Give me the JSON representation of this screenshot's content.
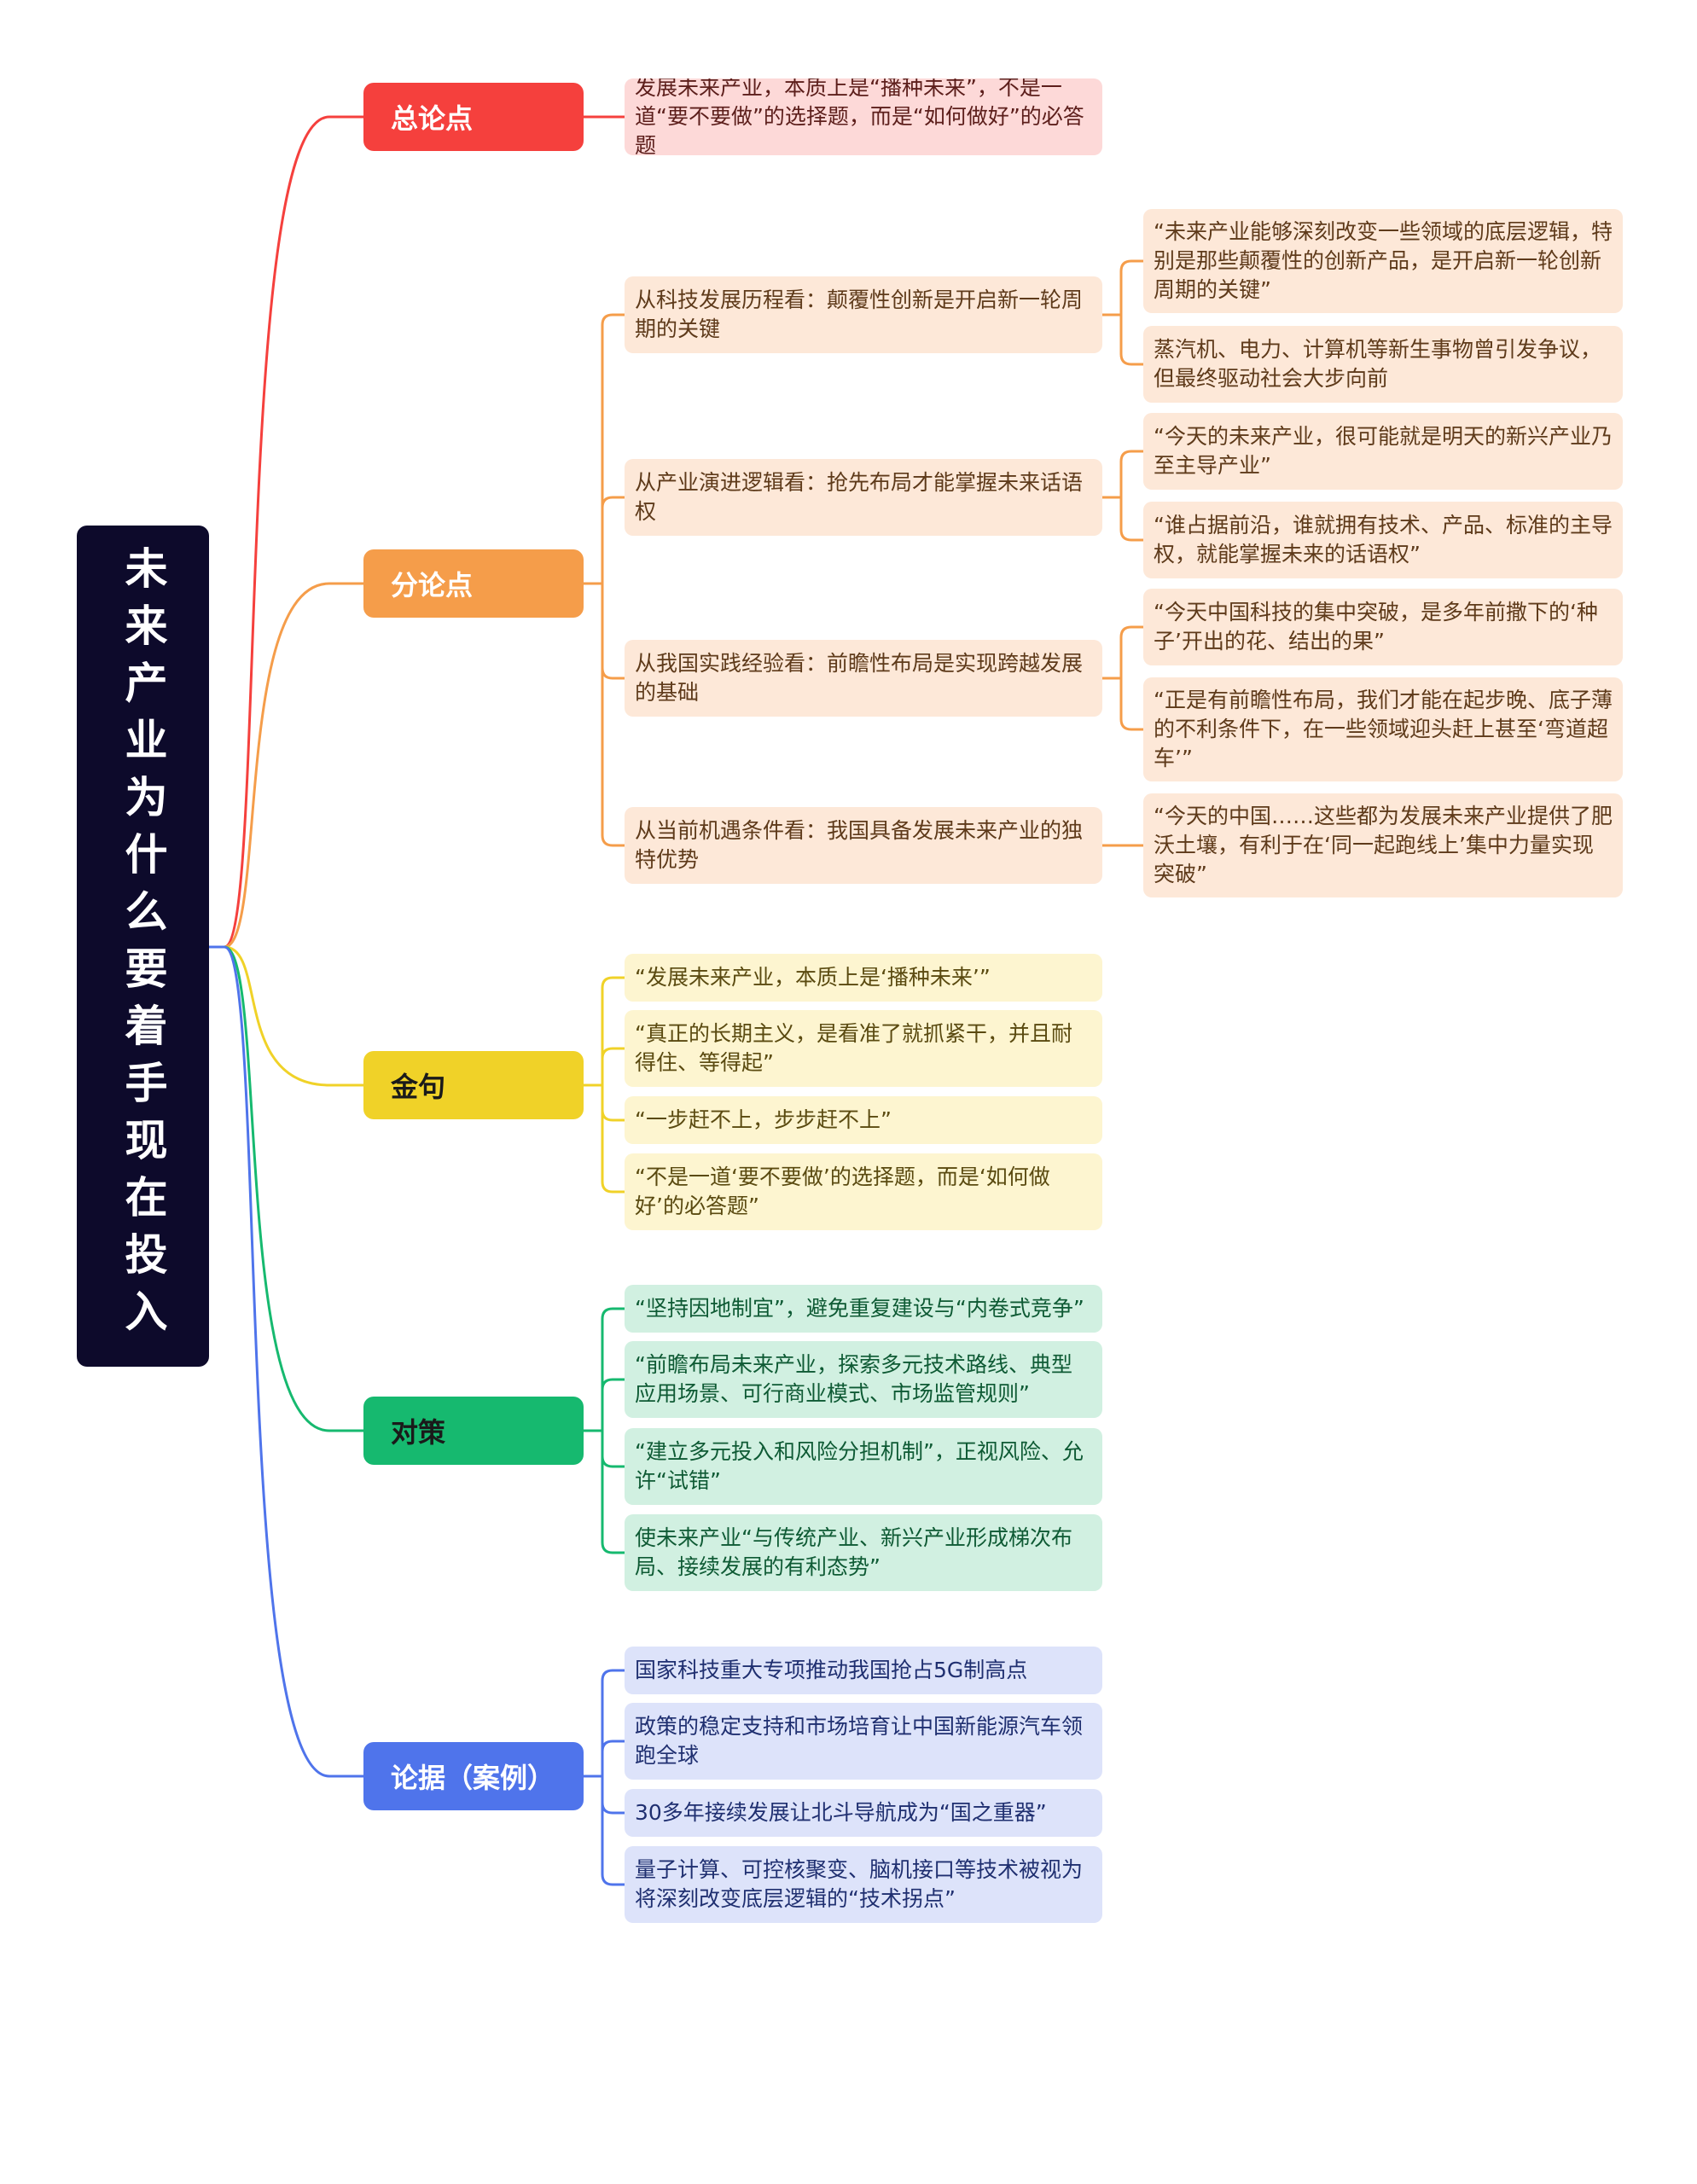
{
  "root": {
    "title": "未来产业为什么要着手现在投入"
  },
  "colors": {
    "red": "#f5403d",
    "red_light": "#fdd9d8",
    "orange": "#f59d4a",
    "orange_light": "#fde8d8",
    "yellow": "#f0d228",
    "yellow_light": "#fdf5d0",
    "green": "#16b96f",
    "green_light": "#d1f0e1",
    "blue": "#4f74eb",
    "blue_light": "#dde3fa"
  },
  "branches": [
    {
      "label": "总论点",
      "items": [
        {
          "text": "发展未来产业，本质上是“播种未来”，不是一道“要不要做”的选择题，而是“如何做好”的必答题"
        }
      ]
    },
    {
      "label": "分论点",
      "items": [
        {
          "text": "从科技发展历程看：颠覆性创新是开启新一轮周期的关键",
          "children": [
            {
              "text": "“未来产业能够深刻改变一些领域的底层逻辑，特别是那些颠覆性的创新产品，是开启新一轮创新周期的关键”"
            },
            {
              "text": "蒸汽机、电力、计算机等新生事物曾引发争议，但最终驱动社会大步向前"
            }
          ]
        },
        {
          "text": "从产业演进逻辑看：抢先布局才能掌握未来话语权",
          "children": [
            {
              "text": "“今天的未来产业，很可能就是明天的新兴产业乃至主导产业”"
            },
            {
              "text": "“谁占据前沿，谁就拥有技术、产品、标准的主导权，就能掌握未来的话语权”"
            }
          ]
        },
        {
          "text": "从我国实践经验看：前瞻性布局是实现跨越发展的基础",
          "children": [
            {
              "text": "“今天中国科技的集中突破，是多年前撒下的‘种子’开出的花、结出的果”"
            },
            {
              "text": "“正是有前瞻性布局，我们才能在起步晚、底子薄的不利条件下，在一些领域迎头赶上甚至‘弯道超车’”"
            }
          ]
        },
        {
          "text": "从当前机遇条件看：我国具备发展未来产业的独特优势",
          "children": [
            {
              "text": "“今天的中国……这些都为发展未来产业提供了肥沃土壤，有利于在‘同一起跑线上’集中力量实现突破”"
            }
          ]
        }
      ]
    },
    {
      "label": "金句",
      "items": [
        {
          "text": "“发展未来产业，本质上是‘播种未来’”"
        },
        {
          "text": "“真正的长期主义，是看准了就抓紧干，并且耐得住、等得起”"
        },
        {
          "text": "“一步赶不上，步步赶不上”"
        },
        {
          "text": "“不是一道‘要不要做’的选择题，而是‘如何做好’的必答题”"
        }
      ]
    },
    {
      "label": "对策",
      "items": [
        {
          "text": "“坚持因地制宜”，避免重复建设与“内卷式竞争”"
        },
        {
          "text": "“前瞻布局未来产业，探索多元技术路线、典型应用场景、可行商业模式、市场监管规则”"
        },
        {
          "text": "“建立多元投入和风险分担机制”，正视风险、允许“试错”"
        },
        {
          "text": "使未来产业“与传统产业、新兴产业形成梯次布局、接续发展的有利态势”"
        }
      ]
    },
    {
      "label": "论据（案例）",
      "items": [
        {
          "text": "国家科技重大专项推动我国抢占5G制高点"
        },
        {
          "text": "政策的稳定支持和市场培育让中国新能源汽车领跑全球"
        },
        {
          "text": "30多年接续发展让北斗导航成为“国之重器”"
        },
        {
          "text": "量子计算、可控核聚变、脑机接口等技术被视为将深刻改变底层逻辑的“技术拐点”"
        }
      ]
    }
  ]
}
